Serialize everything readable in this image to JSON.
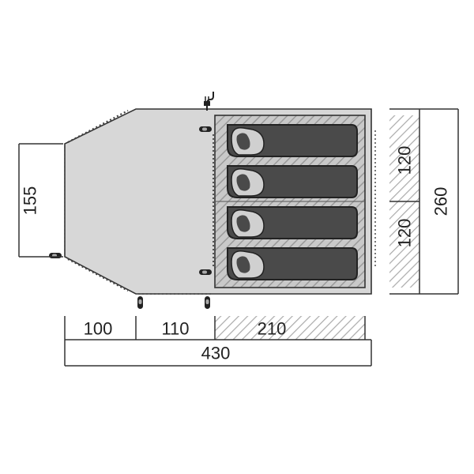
{
  "colors": {
    "vestibule_fill": "#d7d7d7",
    "inner_fill": "#c9c9c9",
    "hatch": "#9a9a9a",
    "sleeping_bag": "#4a4a4a",
    "bag_outline": "#222222",
    "line": "#333333"
  },
  "icons": [
    "power-plug-icon",
    "tent-peg-icon",
    "sleeping-bag-icon"
  ],
  "dimensions": {
    "front_width": "100",
    "vestibule_width": "110",
    "inner_width": "210",
    "total_length": "430",
    "front_height": "155",
    "inner_left_top": "120",
    "inner_left_bottom": "120",
    "total_height": "260"
  },
  "sleeping_places": 4
}
